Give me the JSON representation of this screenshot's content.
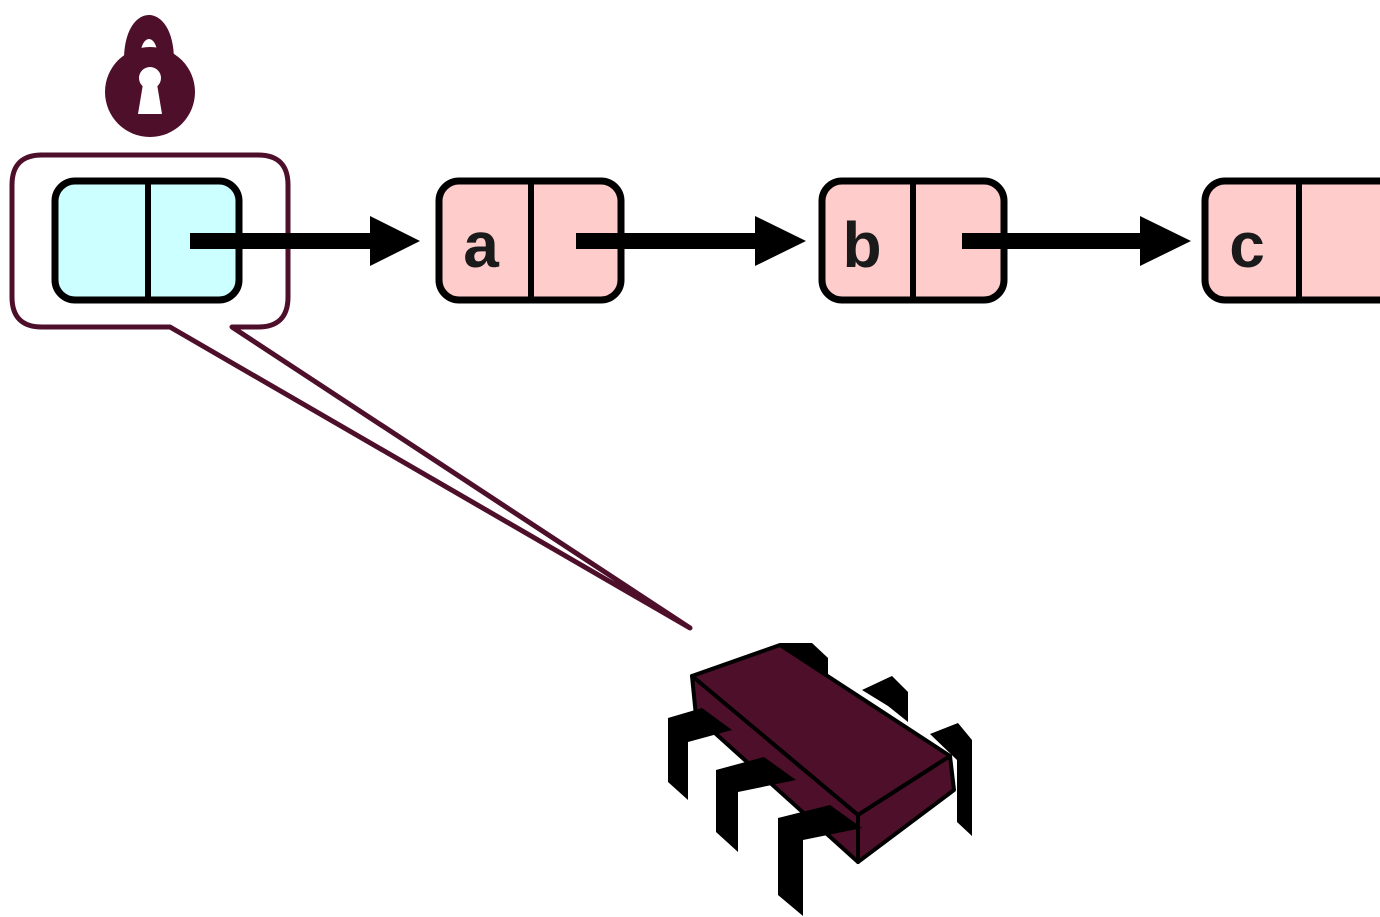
{
  "colors": {
    "accent": "#4e0f2b",
    "head_fill": "#ccffff",
    "node_fill": "#ffcccc",
    "outline": "#000000",
    "background": "#ffffff"
  },
  "icons": {
    "lock": "padlock-icon",
    "cpu": "processor-chip-icon"
  },
  "diagram": {
    "head": {
      "name": "list-head"
    },
    "nodes": [
      {
        "label": "a"
      },
      {
        "label": "b"
      },
      {
        "label": "c"
      }
    ]
  }
}
